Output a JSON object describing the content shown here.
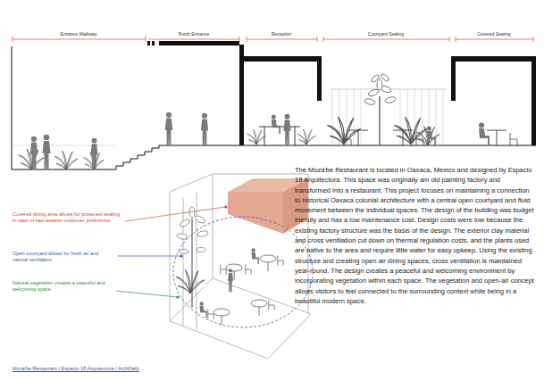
{
  "diagram": {
    "labels": [
      "Entrance Walkway",
      "Porch Entrance",
      "Reception",
      "Courtyard Seating",
      "Covered Seating",
      "Covered dining area allows for protected seating in case of bad weather customer preference",
      "Open courtyard allows for fresh air and natural ventilation",
      "Natural vegetation creates a peaceful and welcoming space",
      "The Moza'be Restaurant is located in Oaxaca, Mexico and designed by Espacio 18 Arquitectura. This space was originally am old painting factory and transformed into a restaurant. This project focuses on maintaining a connection to historical Oaxaca colonial architecture with a central open courtyard and fluid movement between the individual spaces. The design of the building was budget friendly and has a low maintenance cost. Design costs were low because the existing factory structure was the basis of the design. The exterior clay material and cross ventilation cut down on thermal regulation costs, and the plants used are native to the area and require little water for easy upkeep. Using the existing structure and creating open air dining spaces, cross ventilation is maintained year-round. The design creates a peaceful and welcoming environment by incorporating vegetation within each space. The vegetation and open-air concept allows visitors to feel connected to the surrounding context while being in a beautiful modern space.",
      "Moza'be Restaurant / Espacio 18 Arquitectura | ArchDaily"
    ]
  }
}
